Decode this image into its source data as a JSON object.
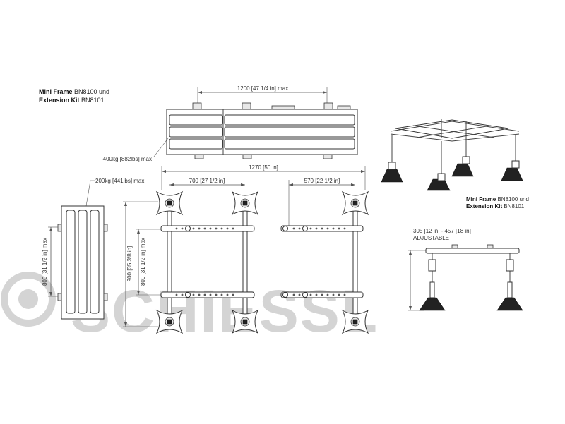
{
  "watermark": {
    "text": "SCHIESSL",
    "color": "#d4d4d4"
  },
  "title_top": {
    "line1_bold": "Mini Frame",
    "line1_rest": " BN8100 und",
    "line2_bold": "Extension Kit",
    "line2_rest": " BN8101"
  },
  "title_iso": {
    "line1_bold": "Mini Frame",
    "line1_rest": " BN8100 und",
    "line2_bold": "Extension Kit",
    "line2_rest": " BN8101"
  },
  "dimensions": {
    "length_top": "1200 [47 1/4 in] max",
    "load_large": "400kg [882lbs] max",
    "load_small": "200kg [441lbs] max",
    "total_width": "1270 [50 in]",
    "width_700": "700 [27 1/2 in]",
    "width_570": "570 [22 1/2 in]",
    "height_900": "900 [35 3/8 in]",
    "height_800_plan": "800 [31 1/2 in] max",
    "height_800_side": "800 [31 1/2 in] max",
    "adjust_range": "305 [12 in] - 457 [18 in]",
    "adjust_label": "ADJUSTABLE"
  }
}
